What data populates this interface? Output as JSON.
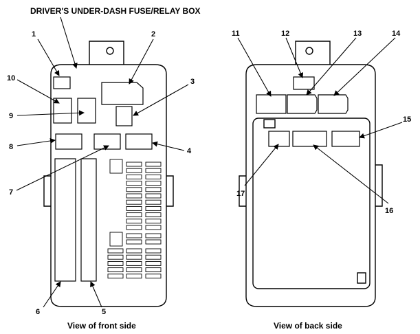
{
  "title": "DRIVER'S UNDER-DASH FUSE/RELAY BOX",
  "front_caption": "View of front side",
  "back_caption": "View of back side",
  "callouts": {
    "c1": "1",
    "c2": "2",
    "c3": "3",
    "c4": "4",
    "c5": "5",
    "c6": "6",
    "c7": "7",
    "c8": "8",
    "c9": "9",
    "c10": "10",
    "c11": "11",
    "c12": "12",
    "c13": "13",
    "c14": "14",
    "c15": "15",
    "c16": "16",
    "c17": "17"
  }
}
